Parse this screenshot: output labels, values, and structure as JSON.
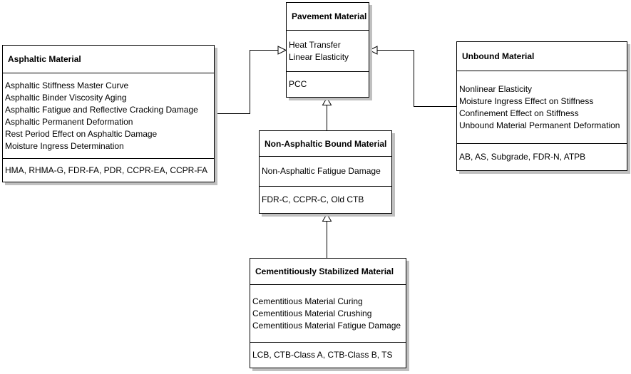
{
  "diagram": {
    "boxes": {
      "pavement": {
        "title": "Pavement Material",
        "behaviors": [
          "Heat Transfer",
          "Linear Elasticity"
        ],
        "types": "PCC"
      },
      "asphaltic": {
        "title": "Asphaltic Material",
        "behaviors": [
          "Asphaltic Stiffness Master Curve",
          "Asphaltic Binder Viscosity Aging",
          "Asphaltic Fatigue and Reflective Cracking Damage",
          "Asphaltic Permanent Deformation",
          "Rest Period Effect on Asphaltic Damage",
          "Moisture Ingress Determination"
        ],
        "types": "HMA, RHMA-G, FDR-FA, PDR, CCPR-EA, CCPR-FA"
      },
      "unbound": {
        "title": "Unbound Material",
        "behaviors": [
          "Nonlinear Elasticity",
          "Moisture Ingress Effect on Stiffness",
          "Confinement Effect on Stiffness",
          "Unbound Material Permanent Deformation"
        ],
        "types": "AB, AS, Subgrade, FDR-N, ATPB"
      },
      "non_asphaltic": {
        "title": "Non-Asphaltic Bound Material",
        "behaviors": [
          "Non-Asphaltic Fatigue Damage"
        ],
        "types": "FDR-C, CCPR-C, Old CTB"
      },
      "cementitious": {
        "title": "Cementitiously Stabilized Material",
        "behaviors": [
          "Cementitious Material Curing",
          "Cementitious Material Crushing",
          "Cementitious Material Fatigue Damage"
        ],
        "types": "LCB, CTB-Class A, CTB-Class B, TS"
      }
    },
    "relations": [
      {
        "from": "Asphaltic Material",
        "to": "Pavement Material",
        "type": "generalization"
      },
      {
        "from": "Unbound Material",
        "to": "Pavement Material",
        "type": "generalization"
      },
      {
        "from": "Non-Asphaltic Bound Material",
        "to": "Pavement Material",
        "type": "generalization"
      },
      {
        "from": "Cementitiously Stabilized Material",
        "to": "Non-Asphaltic Bound Material",
        "type": "generalization"
      }
    ],
    "colors": {
      "background": "#ffffff",
      "box_fill": "#ffffff",
      "border": "#000000",
      "shadow": "#c0c0c0",
      "text": "#000000"
    }
  }
}
